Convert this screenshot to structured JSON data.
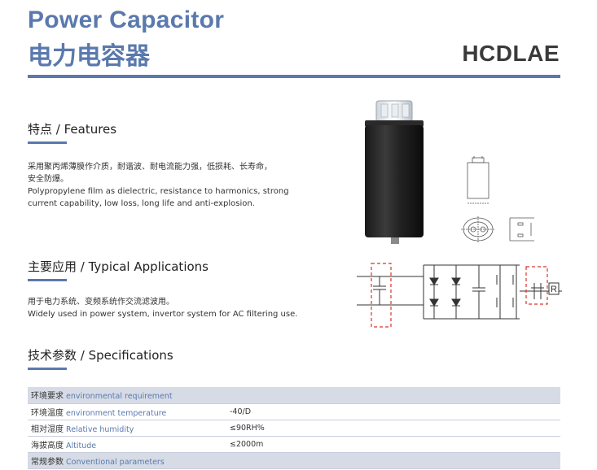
{
  "header": {
    "title_en": "Power Capacitor",
    "title_cn": "电力电容器",
    "model": "HCDLAE"
  },
  "features": {
    "title": "特点 / Features",
    "cn_line1": "采用聚丙烯薄膜作介质，耐谐波、耐电流能力强，低损耗、长寿命，",
    "cn_line2": "安全防爆。",
    "en_line1": "Polypropylene film as dielectric, resistance to harmonics, strong",
    "en_line2": "current capability, low loss, long life and anti-explosion."
  },
  "applications": {
    "title": "主要应用 / Typical Applications",
    "cn": "用于电力系统、变频系统作交流滤波用。",
    "en": "Widely used in power system, invertor system for AC filtering use."
  },
  "specifications": {
    "title": "技术参数 / Specifications",
    "rows": [
      {
        "type": "group",
        "cn": "环境要求",
        "en": "environmental requirement",
        "value": ""
      },
      {
        "type": "row",
        "cn": "环境温度",
        "en": "environment temperature",
        "value": "-40/D"
      },
      {
        "type": "row",
        "cn": "相对湿度",
        "en": "Relative humidity",
        "value": "≤90RH%"
      },
      {
        "type": "row",
        "cn": "海拔高度",
        "en": "Altitude",
        "value": "≤2000m"
      },
      {
        "type": "group",
        "cn": "常规参数",
        "en": "Conventional parameters",
        "value": ""
      }
    ]
  },
  "circuit": {
    "resistor_label": "R"
  },
  "colors": {
    "accent": "#5a79ad",
    "table_group_bg": "#d6dbe6",
    "circuit_highlight": "#d9342b"
  }
}
